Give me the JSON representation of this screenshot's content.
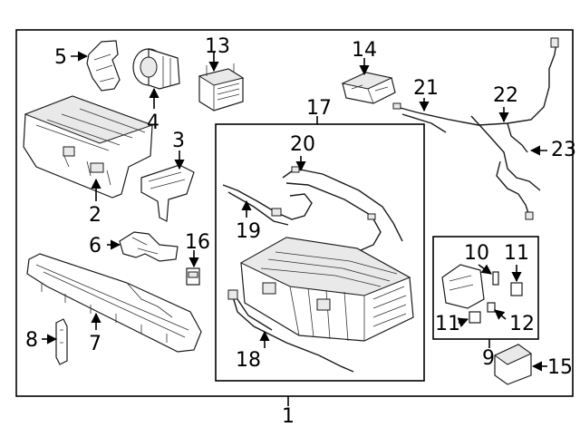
{
  "callouts": {
    "c1": "1",
    "c2": "2",
    "c3": "3",
    "c4": "4",
    "c5": "5",
    "c6": "6",
    "c7": "7",
    "c8": "8",
    "c9": "9",
    "c10": "10",
    "c11a": "11",
    "c11b": "11",
    "c12": "12",
    "c13": "13",
    "c14": "14",
    "c15": "15",
    "c16": "16",
    "c17": "17",
    "c18": "18",
    "c19": "19",
    "c20": "20",
    "c21": "21",
    "c22": "22",
    "c23": "23"
  },
  "icons": {
    "outer_frame": "rectangle-frame",
    "inner_frame": "rectangle-frame",
    "sub_frame": "rectangle-frame"
  }
}
